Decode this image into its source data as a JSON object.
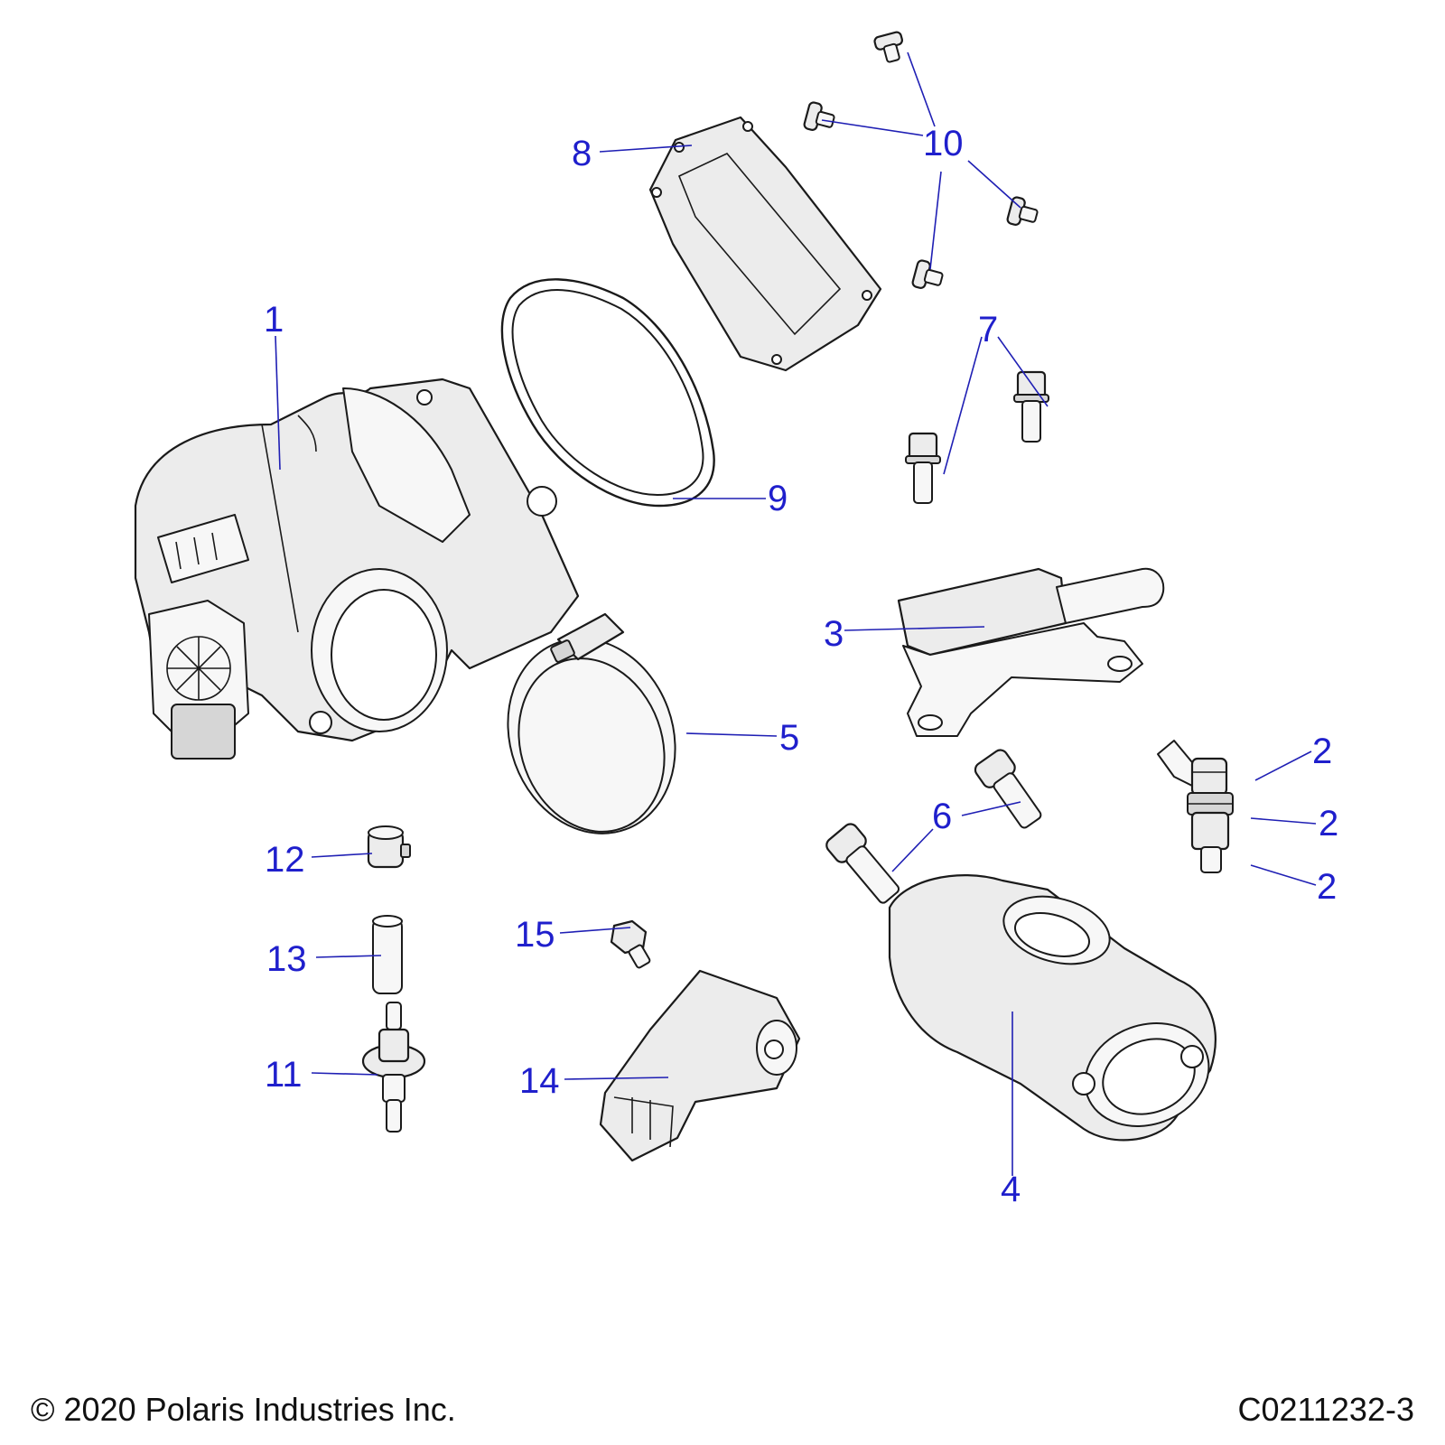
{
  "colors": {
    "callout": "#1f1fcc",
    "leader": "#1f1fb4",
    "line": "#1a1a1a",
    "part_fill": "#ececec"
  },
  "callouts": {
    "c1": "1",
    "c2a": "2",
    "c2b": "2",
    "c2c": "2",
    "c3": "3",
    "c4": "4",
    "c5": "5",
    "c6": "6",
    "c7": "7",
    "c8": "8",
    "c9": "9",
    "c10": "10",
    "c11": "11",
    "c12": "12",
    "c13": "13",
    "c14": "14",
    "c15": "15"
  },
  "footer": {
    "copyright": "© 2020 Polaris Industries Inc.",
    "drawing_code": "C0211232-3"
  }
}
